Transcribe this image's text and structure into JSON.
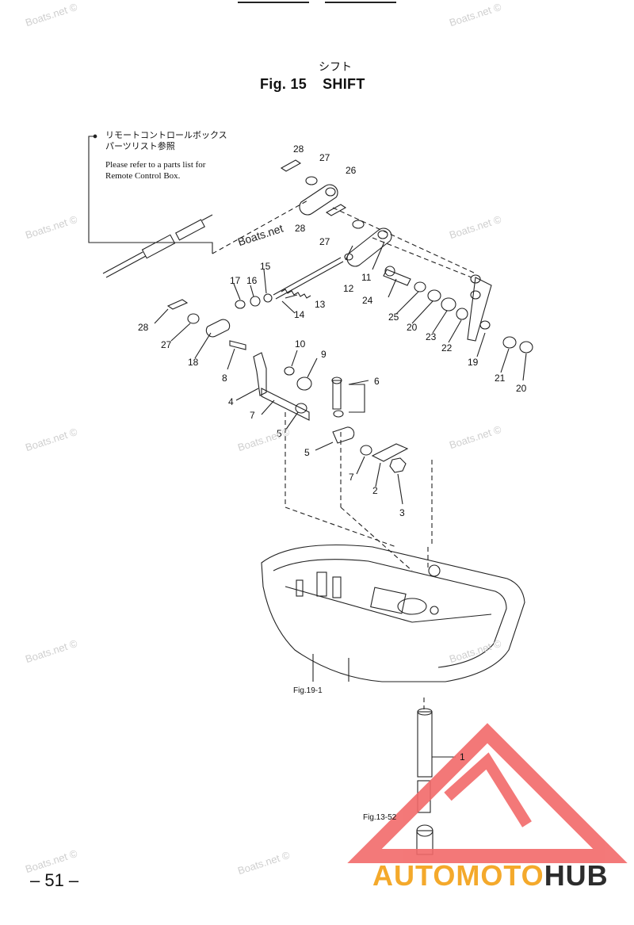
{
  "title": {
    "jp": "シフト",
    "fig": "Fig. 15",
    "name": "SHIFT"
  },
  "note": {
    "jp_line1": "リモートコントロールボックス",
    "jp_line2": "パーツリスト参照",
    "en_line1": "Please refer to a parts list for",
    "en_line2": "Remote Control Box."
  },
  "part_numbers": [
    "28",
    "27",
    "26",
    "28",
    "27",
    "11",
    "12",
    "15",
    "17",
    "16",
    "13",
    "14",
    "24",
    "25",
    "20",
    "23",
    "22",
    "19",
    "21",
    "20",
    "28",
    "27",
    "18",
    "8",
    "10",
    "9",
    "6",
    "4",
    "7",
    "5",
    "5",
    "7",
    "2",
    "3",
    "1"
  ],
  "fig_refs": {
    "fig19": "Fig.19-1",
    "fig13": "Fig.13-52"
  },
  "watermark": "Boats.net ©",
  "watermark_center": "Boats.net",
  "page_number": "– 51 –",
  "brand": {
    "auto": "AUTO",
    "moto": "MOTO",
    "hub": "HUB"
  },
  "colors": {
    "line": "#222222",
    "logo_red": "#f26a6a",
    "logo_yellow": "#f4a92b",
    "watermark": "#cfcfcf"
  }
}
